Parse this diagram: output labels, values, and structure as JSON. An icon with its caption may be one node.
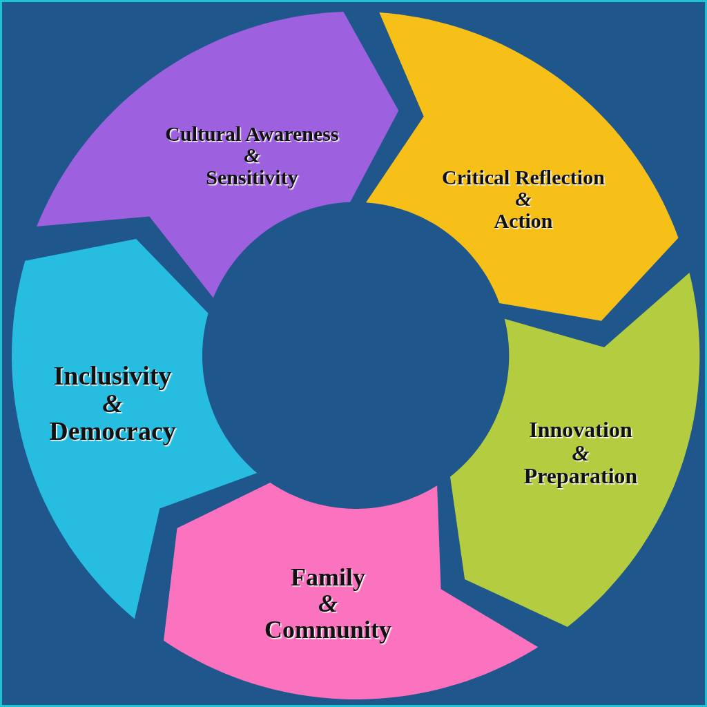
{
  "diagram": {
    "nodes": [
      {
        "text": [
          "Cultural Awareness",
          "&",
          "Sensitivity"
        ]
      },
      {
        "text": [
          "Critical Reflection",
          "&",
          "Action"
        ]
      },
      {
        "text": [
          "Innovation",
          "&",
          "Preparation"
        ]
      },
      {
        "text": [
          "Family",
          "&",
          "Community"
        ]
      },
      {
        "text": [
          "Inclusivity",
          "&",
          "Democracy"
        ]
      }
    ]
  }
}
